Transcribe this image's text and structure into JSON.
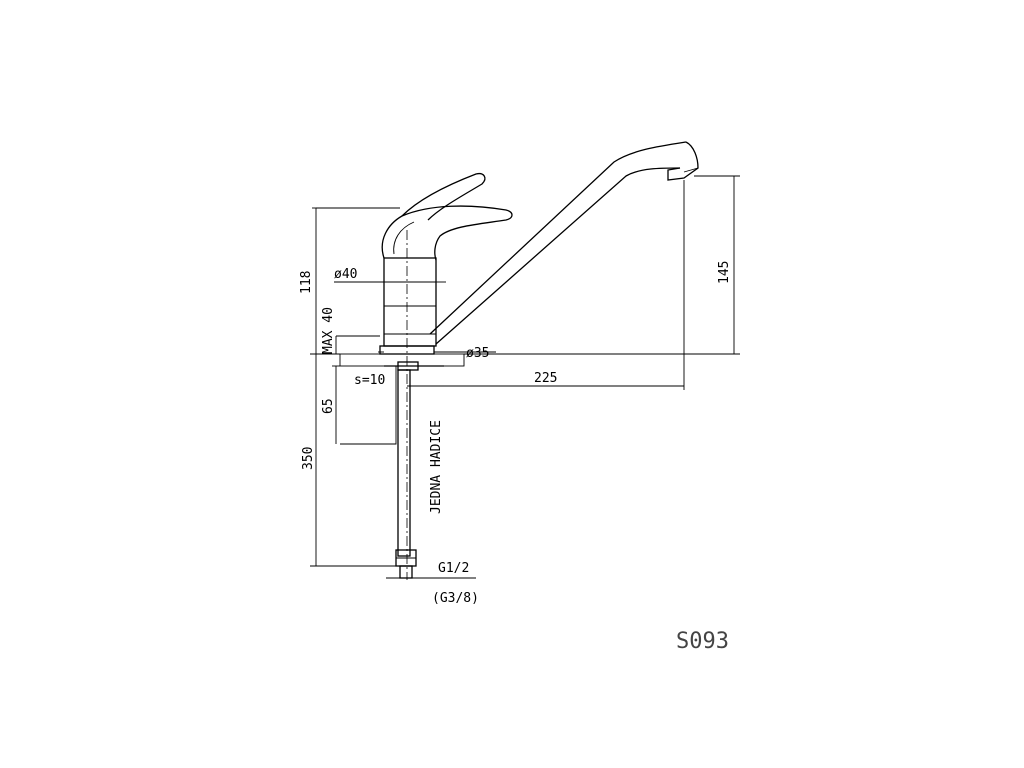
{
  "drawing": {
    "code": "S093",
    "dimensions": {
      "d40": "ø40",
      "d35": "ø35",
      "h118": "118",
      "max40": "MAX 40",
      "h145": "145",
      "w225": "225",
      "s10": "s=10",
      "h65": "65",
      "h350": "350",
      "thread1": "G1/2",
      "thread2": "(G3/8)"
    },
    "note": "JEDNA HADICE"
  }
}
